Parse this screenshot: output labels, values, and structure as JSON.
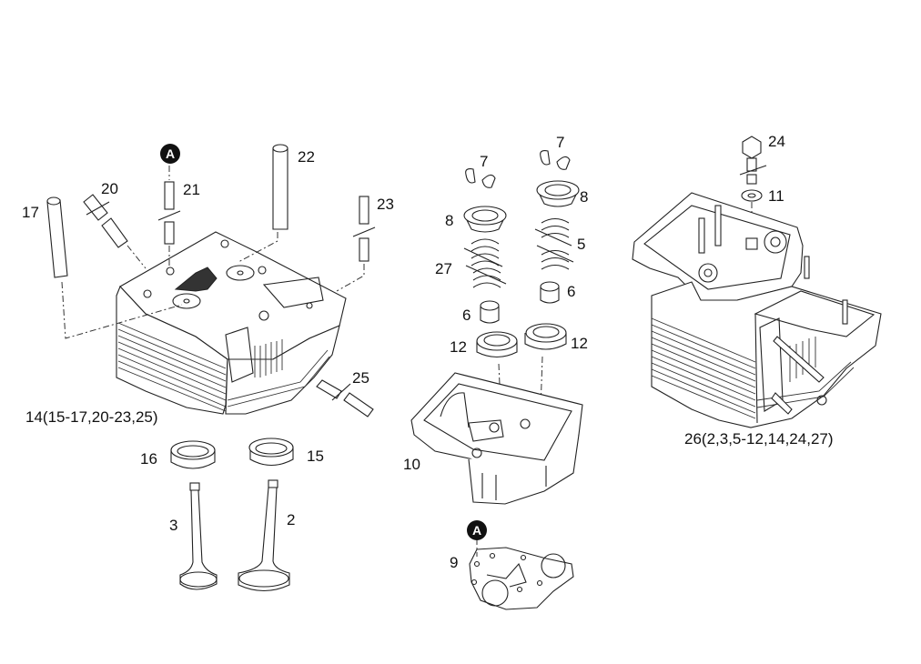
{
  "diagram": {
    "type": "exploded-parts-diagram",
    "subject": "cylinder head assembly",
    "reference_marker": "A",
    "callouts": [
      {
        "id": "17",
        "text": "17"
      },
      {
        "id": "20",
        "text": "20"
      },
      {
        "id": "21",
        "text": "21"
      },
      {
        "id": "22",
        "text": "22"
      },
      {
        "id": "23",
        "text": "23"
      },
      {
        "id": "25",
        "text": "25"
      },
      {
        "id": "14",
        "text": "14(15-17,20-23,25)"
      },
      {
        "id": "16",
        "text": "16"
      },
      {
        "id": "15",
        "text": "15"
      },
      {
        "id": "3",
        "text": "3"
      },
      {
        "id": "2",
        "text": "2"
      },
      {
        "id": "7a",
        "text": "7"
      },
      {
        "id": "7b",
        "text": "7"
      },
      {
        "id": "8a",
        "text": "8"
      },
      {
        "id": "8b",
        "text": "8"
      },
      {
        "id": "27",
        "text": "27"
      },
      {
        "id": "5",
        "text": "5"
      },
      {
        "id": "6a",
        "text": "6"
      },
      {
        "id": "6b",
        "text": "6"
      },
      {
        "id": "12a",
        "text": "12"
      },
      {
        "id": "12b",
        "text": "12"
      },
      {
        "id": "10",
        "text": "10"
      },
      {
        "id": "9",
        "text": "9"
      },
      {
        "id": "24",
        "text": "24"
      },
      {
        "id": "11",
        "text": "11"
      },
      {
        "id": "26",
        "text": "26(2,3,5-12,14,24,27)"
      }
    ],
    "parts": [
      {
        "name": "cylinder-head",
        "callout": "14"
      },
      {
        "name": "valve-guide-exhaust",
        "callout": "17"
      },
      {
        "name": "stud-20",
        "callout": "20"
      },
      {
        "name": "stud-21",
        "callout": "21"
      },
      {
        "name": "valve-guide-intake",
        "callout": "22"
      },
      {
        "name": "stud-23",
        "callout": "23"
      },
      {
        "name": "stud-25",
        "callout": "25"
      },
      {
        "name": "valve-seat-ring-16",
        "callout": "16"
      },
      {
        "name": "valve-seat-ring-15",
        "callout": "15"
      },
      {
        "name": "exhaust-valve",
        "callout": "3"
      },
      {
        "name": "intake-valve",
        "callout": "2"
      },
      {
        "name": "valve-cotters",
        "callout": "7"
      },
      {
        "name": "spring-retainer",
        "callout": "8"
      },
      {
        "name": "valve-spring-27",
        "callout": "27"
      },
      {
        "name": "valve-spring-5",
        "callout": "5"
      },
      {
        "name": "valve-stem-seal",
        "callout": "6"
      },
      {
        "name": "spring-seat",
        "callout": "12"
      },
      {
        "name": "rocker-housing",
        "callout": "10"
      },
      {
        "name": "gasket",
        "callout": "9"
      },
      {
        "name": "hex-bolt",
        "callout": "24"
      },
      {
        "name": "washer",
        "callout": "11"
      },
      {
        "name": "complete-head-assembly",
        "callout": "26"
      }
    ]
  }
}
